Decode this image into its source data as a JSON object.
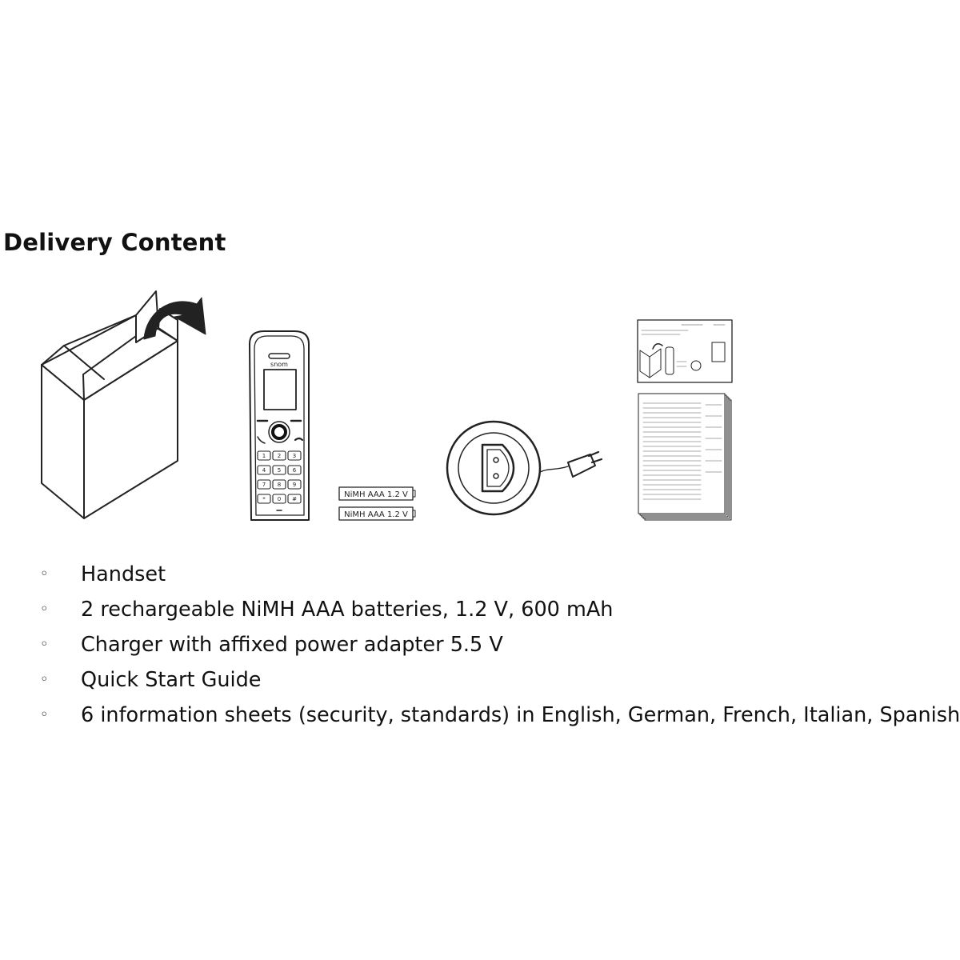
{
  "title": "Delivery Content",
  "illustration": {
    "phone_brand": "snom",
    "keys": [
      "1",
      "2",
      "3",
      "4",
      "5",
      "6",
      "7",
      "8",
      "9",
      "*",
      "0",
      "#"
    ],
    "battery_labels": [
      "NiMH AAA 1.2 V",
      "NiMH AAA 1.2 V"
    ]
  },
  "items": [
    {
      "bullet": "◦",
      "text": "Handset"
    },
    {
      "bullet": "◦",
      "text": "2 rechargeable NiMH AAA batteries, 1.2 V, 600 mAh"
    },
    {
      "bullet": "◦",
      "text": "Charger with affixed power adapter 5.5 V"
    },
    {
      "bullet": "◦",
      "text": "Quick Start Guide"
    },
    {
      "bullet": "◦",
      "text": "6 information sheets (security, standards) in English, German, French, Italian, Spanish"
    }
  ]
}
